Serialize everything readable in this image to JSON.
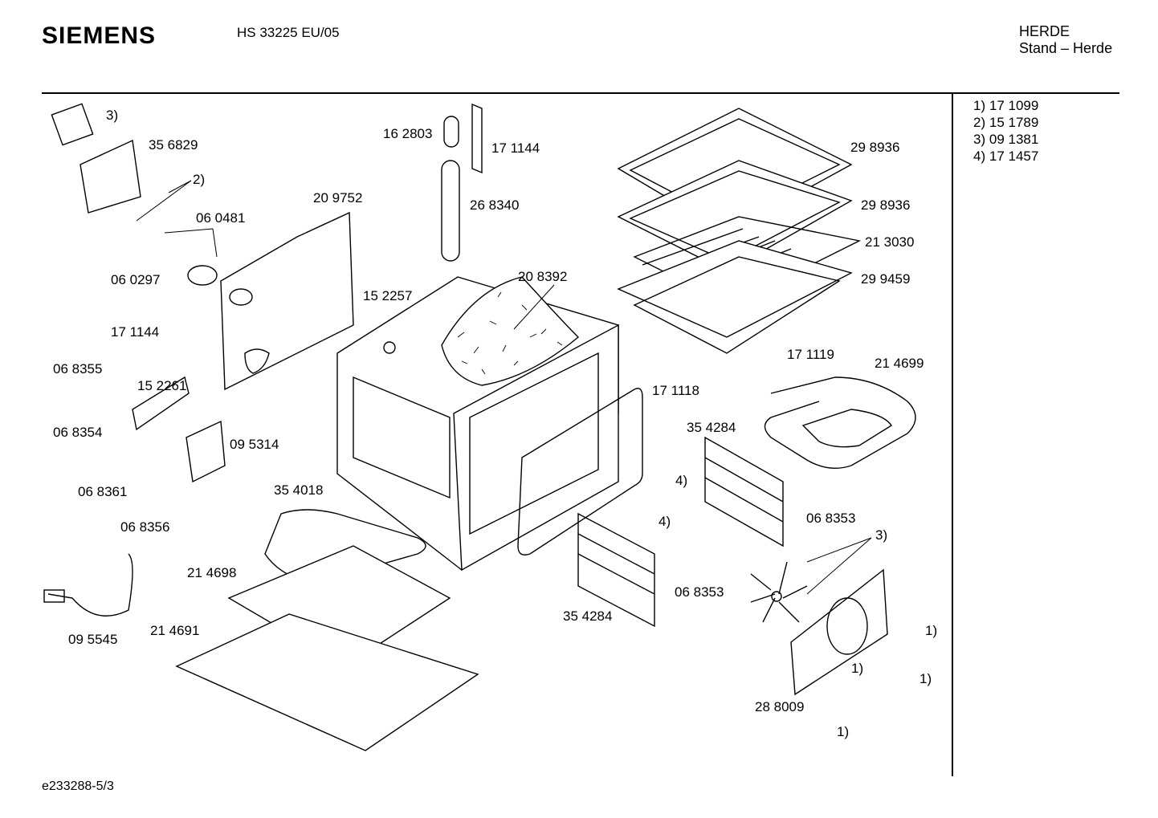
{
  "header": {
    "brand": "SIEMENS",
    "model": "HS 33225 EU/05",
    "category_line1": "HERDE",
    "category_line2": "Stand – Herde"
  },
  "references": [
    {
      "key": "1)",
      "part": "17 1099"
    },
    {
      "key": "2)",
      "part": "15 1789"
    },
    {
      "key": "3)",
      "part": "09 1381"
    },
    {
      "key": "4)",
      "part": "17 1457"
    }
  ],
  "part_labels": [
    "3)",
    "35 6829",
    "2)",
    "06 0481",
    "06 0297",
    "20 9752",
    "16 2803",
    "17 1144",
    "26 8340",
    "29 8936",
    "29 8936",
    "21 3030",
    "29 9459",
    "20 8392",
    "15 2257",
    "17 1144",
    "06 8355",
    "15 2261",
    "06 8354",
    "09 5314",
    "17 1119",
    "21 4699",
    "17 1118",
    "35 4284",
    "06 8361",
    "35 4018",
    "4)",
    "06 8353",
    "06 8356",
    "4)",
    "3)",
    "21 4698",
    "06 8353",
    "35 4284",
    "09 5545",
    "21 4691",
    "1)",
    "1)",
    "1)",
    "28 8009",
    "1)"
  ],
  "footer": {
    "doc_id": "e233288-5/3"
  }
}
